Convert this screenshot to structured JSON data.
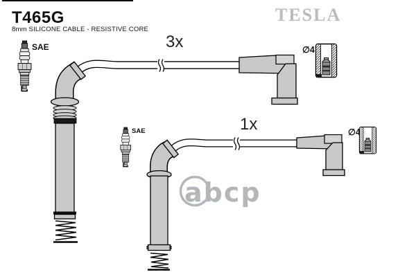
{
  "header": {
    "part_number": "T465G",
    "subtitle": "8mm SILICONE CABLE - RESISTIVE CORE"
  },
  "brand": {
    "name": "TESLA"
  },
  "annotations": {
    "top_cable_quantity": "3x",
    "bottom_cable_quantity": "1x",
    "top_plug_standard": "SAE",
    "bottom_plug_standard": "SAE",
    "top_terminal_diameter": "∅4",
    "bottom_terminal_diameter": "∅4"
  },
  "watermark": {
    "text": "abcp"
  },
  "colors": {
    "boot_gray": "#c9c9c9",
    "logo_gray": "#bcbcbc",
    "watermark_gray": "#b4b7ba",
    "ink": "#111111"
  }
}
